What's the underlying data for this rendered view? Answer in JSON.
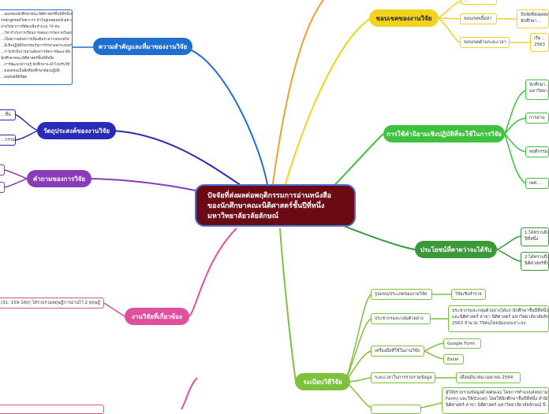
{
  "central_topic": "ปัจจัยที่ส่งผลต่อพฤติกรรมการอ่านหนังสือของนักศึกษาคณะนิติศาสตร์ชั้นปีที่หนึ่ง มหาวิทยาลัยวลัยลักษณ์",
  "branches": {
    "importance": {
      "label": "ความสำคัญและที่มาของงานวิจัย",
      "color": "#1f6fd1",
      "detail": "...มผลของนักศึกษาคณะนิติศาสตร์ชั้นปีที่หนึ่งจำนวนเพิ่ม\nรหลักสูตรสหวิทยาการ นำไปสู่เหตุผลหลักอย่าง...\nสายวิทยาการที่ต้องเพิ่มจำนวน 79 คน\n...วิชากำกับการเรียนการสอนการวัดภายในสถาน...\n...เป็นความต้องการเพิ่มเติมระหว่างหน่วยกิต\n...มีเชิงปฏิบัติกิจกรรมกับการรักษาผลกระทบหรือ\n...การเข้าถึงการอ่านต้องการจัดการพัฒนาสิ่ง...\nนักศึกษาคณะนิติศาสตร์ชั้นปีที่หนึ่ง\n...การพัฒนาความรู้ นักศึกษาจะนำไปปรับใช้\n...ตลอดจนเป็นสิ่งที่นักศึกษาต้องปฏิบัติ\n...ผลลัพธ์ที่ดีที่สุด"
    },
    "objective": {
      "label": "วัตถุประสงค์ของงานวิจัย",
      "color": "#2a2ab8",
      "children": [
        "...ชั้น",
        "...กรรม"
      ]
    },
    "question": {
      "label": "คำถามของการวิจัย",
      "color": "#8a3bb8",
      "children": [
        "",
        ""
      ]
    },
    "related": {
      "label": "งานวิจัยที่เกี่ยวข้อง",
      "color": "#e0509a",
      "children": [
        "(31: 159-160) ได้รวบรวมทฤษฎีการอ่านไว้ 2 ทฤษฎี"
      ]
    },
    "scope": {
      "label": "ขอบเขตของงานวิจัย",
      "color": "#f2d21c",
      "children": [
        {
          "label": "...",
          "sub": [
            "..."
          ]
        },
        {
          "label": "ขอบเขตเนื้อหา",
          "sub": [
            "ปัจจัยที่ส่งผลต่อ...\nนักศึกษา..."
          ]
        },
        {
          "label": "ขอบเขตด้านระยะเวลา",
          "sub": [
            "เริ่ม...\n2563"
          ]
        }
      ]
    },
    "definitions": {
      "label": "การใช้คำนิยามเชิงปฏิบัติที่จะใช้ในการวิจัย",
      "color": "#3cc23c",
      "children": [
        "นักศึกษา...\nมหาวิทยาลัย...",
        "การอ่าน",
        "พฤติกรรม...",
        "เพศ..."
      ]
    },
    "benefits": {
      "label": "ประโยชน์ที่คาดว่าจะได้รับ",
      "color": "#3a9a3a",
      "children": [
        "1.ได้ทราบถึง...\nปีที่หนึ่ง",
        "2.ได้ทราบถึง...\nนิติศาสตร์ชั้นปี..."
      ]
    },
    "methodology": {
      "label": "ระเบียบวิธีวิจัย",
      "color": "#7dc23c",
      "children": [
        {
          "label": "รูปแบบ/ประเภทของงานวิจัย",
          "sub": [
            "วิจัยเชิงสำรวจ"
          ]
        },
        {
          "label": "ประชากรและกลุ่มตัวอย่าง",
          "sub": [
            "ประชากรและกลุ่มตัวอย่างได้แก่ นักศึกษาชั้นปีที่หนึ่ง...\nและนิติศาสตร์ สาขา นิติศาสตร์ มหาวิทยาลัยวลัยลักษณ์...\n2563 จำนวน 79คนโดยสุ่มแบบเจาะจง"
          ]
        },
        {
          "label": "เครื่องมือที่ใช้ในงานวิจัย",
          "sub": [
            "Google Form",
            "Excel"
          ]
        },
        {
          "label": "ระยะเวลาในการรวบรวมข้อมูล",
          "sub": [
            "เดือนมีนาคม-เมษายน 2564"
          ]
        },
        {
          "label": "",
          "sub": [
            "ผู้วิจัยรวบรวมข้อมูลด้วยตนเอง โดยการทำแบบสอบถาม...\nForm) และใช้(Excel) โดยให้นักศึกษาชั้นปีที่หนึ่ง สำนัก...\nนิติศาสตร์ สาขา นิติศาสตร์ มหาวิทยาลัยวลัยลักษณ์ ปี..."
          ]
        }
      ]
    }
  },
  "colors": {
    "central_bg": "#6b0a14",
    "central_border": "#4a70d0"
  }
}
